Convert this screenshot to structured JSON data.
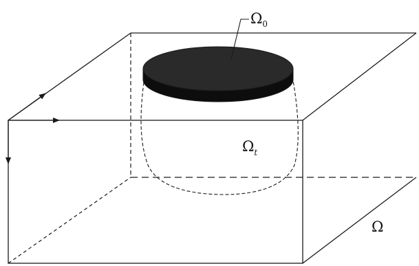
{
  "labels": {
    "omega_0": {
      "symbol": "Ω",
      "subscript": "0"
    },
    "omega_t": {
      "symbol": "Ω",
      "subscript": "t"
    },
    "omega": {
      "symbol": "Ω"
    }
  },
  "colors": {
    "line": "#1a1a1a",
    "disk_top": "#2a2a2a",
    "disk_side": "#0d0d0d",
    "background": "#ffffff"
  }
}
